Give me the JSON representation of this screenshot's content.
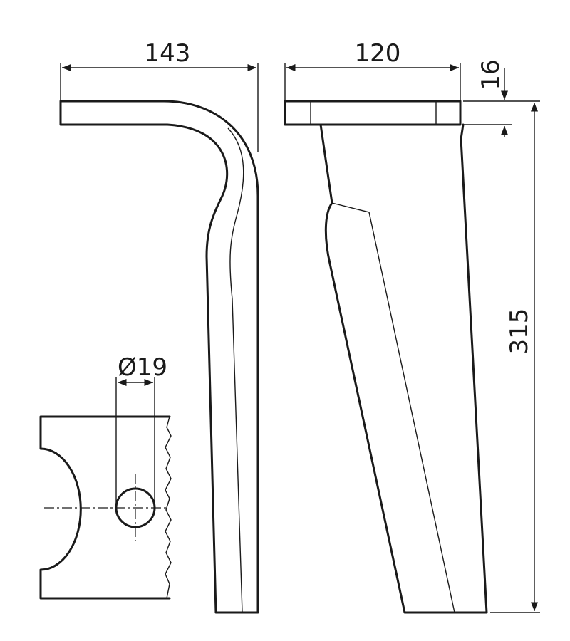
{
  "dimensions": {
    "side_width": "143",
    "front_width": "120",
    "plate_thickness": "16",
    "overall_height": "315",
    "hole_diameter": "Ø19"
  },
  "colors": {
    "line": "#1a1a1a",
    "background": "#ffffff"
  }
}
